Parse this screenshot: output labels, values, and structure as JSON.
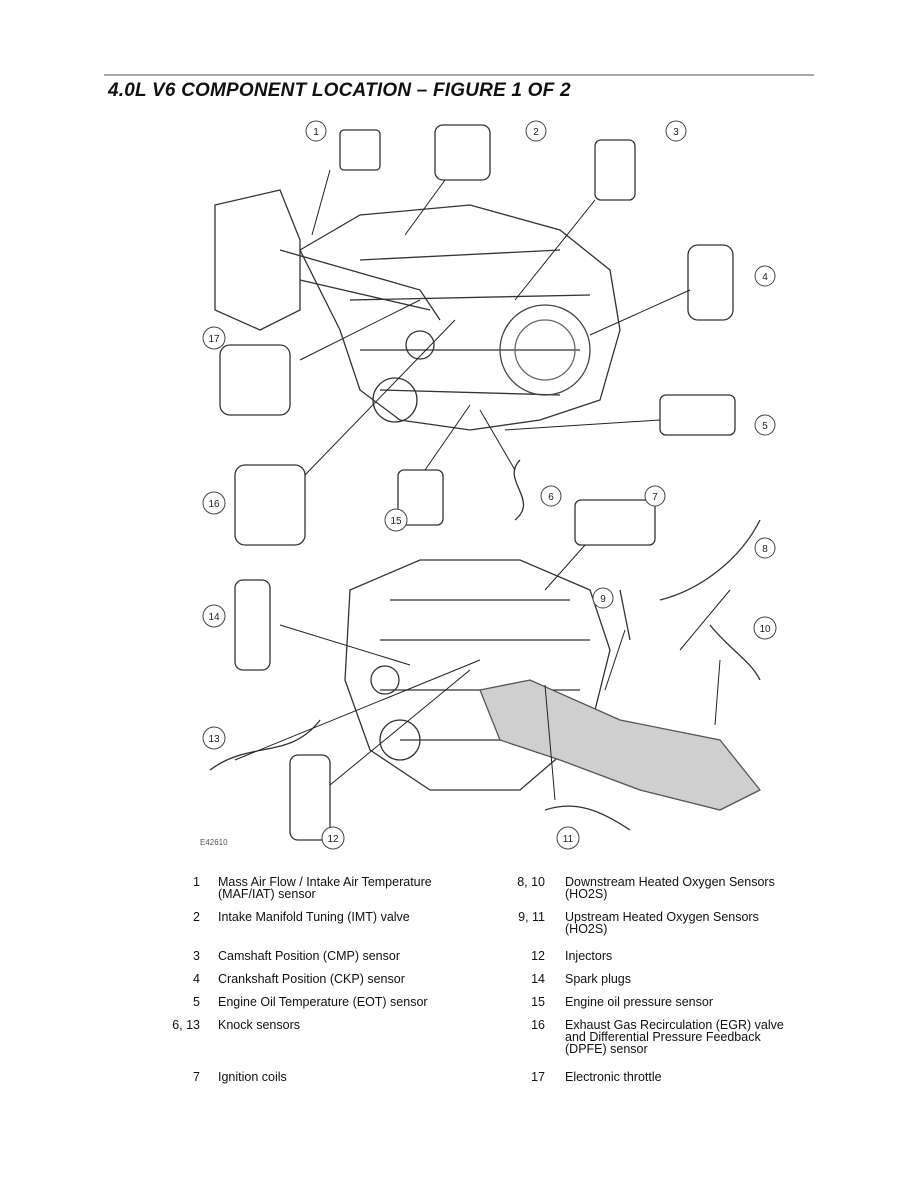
{
  "page": {
    "title": "4.0L V6 COMPONENT LOCATION – FIGURE 1 OF 2",
    "figure_id": "E42610"
  },
  "callouts": [
    "1",
    "2",
    "3",
    "4",
    "5",
    "6",
    "7",
    "8",
    "9",
    "10",
    "11",
    "12",
    "13",
    "14",
    "15",
    "16",
    "17"
  ],
  "legend": [
    {
      "num": "1",
      "label": "Mass Air Flow / Intake Air Temperature\n(MAF/IAT) sensor"
    },
    {
      "num": "2",
      "label": "Intake Manifold Tuning (IMT) valve"
    },
    {
      "num": "3",
      "label": "Camshaft Position (CMP) sensor"
    },
    {
      "num": "4",
      "label": "Crankshaft Position (CKP) sensor"
    },
    {
      "num": "5",
      "label": "Engine Oil Temperature (EOT) sensor"
    },
    {
      "num": "6, 13",
      "label": "Knock sensors"
    },
    {
      "num": "7",
      "label": "Ignition coils"
    },
    {
      "num": "8, 10",
      "label": "Downstream Heated Oxygen Sensors\n(HO2S)"
    },
    {
      "num": "9, 11",
      "label": "Upstream Heated Oxygen Sensors\n(HO2S)"
    },
    {
      "num": "12",
      "label": "Injectors"
    },
    {
      "num": "14",
      "label": "Spark plugs"
    },
    {
      "num": "15",
      "label": "Engine oil pressure sensor"
    },
    {
      "num": "16",
      "label": "Exhaust Gas Recirculation (EGR) valve\nand Differential Pressure Feedback\n(DPFE) sensor"
    },
    {
      "num": "17",
      "label": "Electronic throttle"
    }
  ]
}
